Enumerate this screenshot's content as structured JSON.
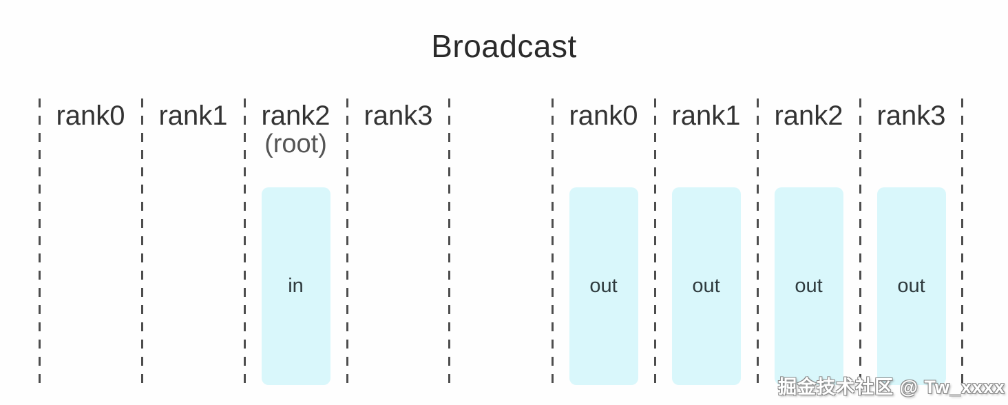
{
  "title": "Broadcast",
  "watermark": "掘金技术社区 @ Tw_xxxx",
  "colors": {
    "background": "#fefefe",
    "box_fill": "#d9f7fb",
    "dashed_line": "#4d4d4d",
    "label_text": "#333333",
    "sublabel_text": "#555555",
    "box_text": "#2e3a3d",
    "watermark_text": "#ffffff"
  },
  "left_group": {
    "columns": [
      {
        "label": "rank0"
      },
      {
        "label": "rank1"
      },
      {
        "label": "rank2",
        "sublabel": "(root)",
        "box_label": "in"
      },
      {
        "label": "rank3"
      }
    ]
  },
  "right_group": {
    "columns": [
      {
        "label": "rank0",
        "box_label": "out"
      },
      {
        "label": "rank1",
        "box_label": "out"
      },
      {
        "label": "rank2",
        "box_label": "out"
      },
      {
        "label": "rank3",
        "box_label": "out"
      }
    ]
  }
}
